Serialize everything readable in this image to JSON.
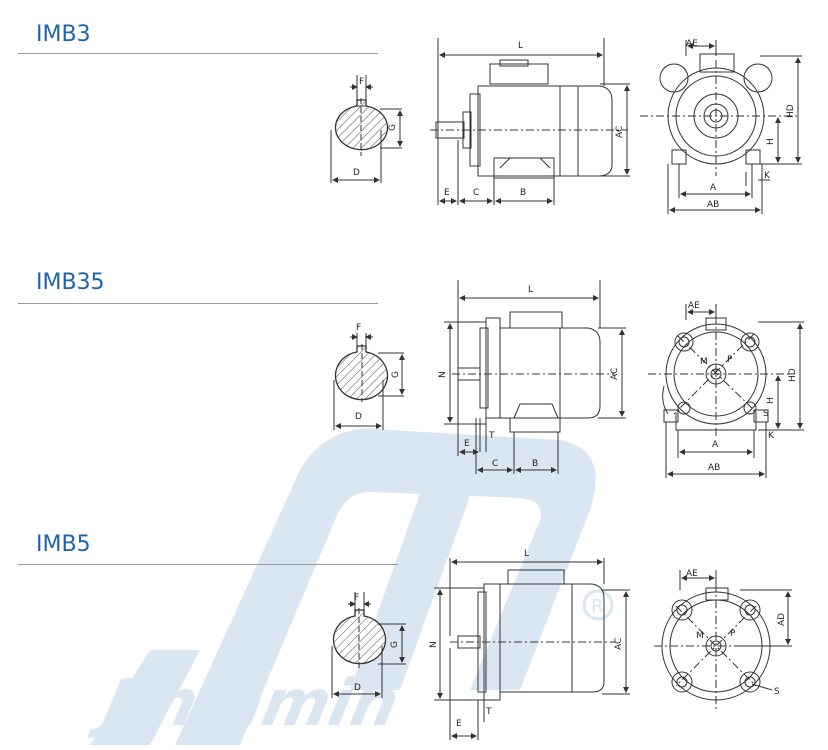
{
  "sections": [
    {
      "title": "IMB3",
      "shaft": {
        "F": "F",
        "G": "G",
        "D": "D"
      },
      "side": {
        "L": "L",
        "AC": "AC",
        "E": "E",
        "C": "C",
        "B": "B"
      },
      "front": {
        "AE": "AE",
        "HD": "HD",
        "H": "H",
        "K": "K",
        "A": "A",
        "AB": "AB"
      }
    },
    {
      "title": "IMB35",
      "shaft": {
        "F": "F",
        "G": "G",
        "D": "D"
      },
      "side": {
        "L": "L",
        "N": "N",
        "AC": "AC",
        "E": "E",
        "T": "T",
        "C": "C",
        "B": "B"
      },
      "front": {
        "AE": "AE",
        "M": "M",
        "P": "P",
        "HD": "HD",
        "H": "H",
        "S": "S",
        "K": "K",
        "A": "A",
        "AB": "AB"
      }
    },
    {
      "title": "IMB5",
      "shaft": {
        "F": "F",
        "G": "G",
        "D": "D"
      },
      "side": {
        "L": "L",
        "N": "N",
        "AC": "AC",
        "E": "E",
        "T": "T"
      },
      "front": {
        "AE": "AE",
        "M": "M",
        "P": "P",
        "AD": "AD",
        "S": "S"
      }
    }
  ],
  "watermark": {
    "brand": "Jinmmin",
    "registered": "R",
    "color": "#dbe6f3"
  },
  "colors": {
    "title": "#1d63ad",
    "line": "#333333",
    "rule": "#9a9a9a"
  }
}
